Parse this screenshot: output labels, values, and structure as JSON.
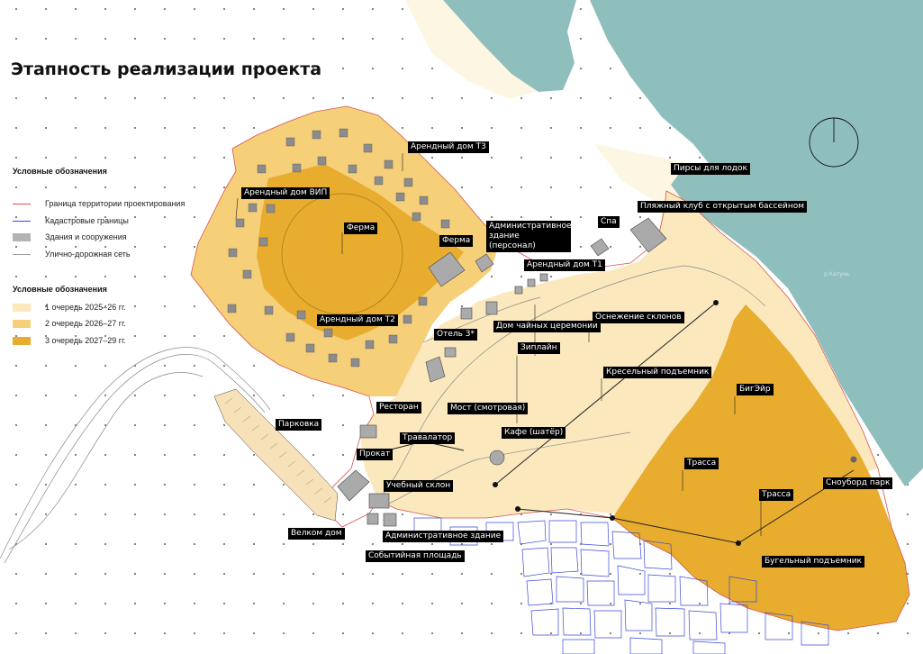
{
  "title": "Этапность реализации проекта",
  "legend": {
    "heading1": "Условные обозначения",
    "lines": [
      {
        "label": "Граница территории проектирования",
        "color": "#d9534f"
      },
      {
        "label": "Кадастровые границы",
        "color": "#3b4bd8"
      },
      {
        "label": "Здания и сооружения",
        "color": "#b3b3b3"
      },
      {
        "label": "Улично-дорожная сеть",
        "color": "#9a9a9a"
      }
    ],
    "heading2": "Условные обозначения",
    "phases": [
      {
        "label": "1 очередь 2025–26 гг.",
        "color": "#fbe8bd"
      },
      {
        "label": "2 очередь 2026–27 гг.",
        "color": "#f6cf79"
      },
      {
        "label": "3 очередь 2027–29 гг.",
        "color": "#e8ac2e"
      }
    ]
  },
  "colors": {
    "water": "#8fbfbc",
    "phase1": "#fbe8bd",
    "phase2": "#f6cf79",
    "phase3": "#e8ac2e",
    "cadastral": "#3b4bd8",
    "border": "#d9534f"
  },
  "labels": {
    "t3": "Арендный дом Т3",
    "vip": "Арендный дом ВИП",
    "ferma1": "Ферма",
    "ferma2": "Ферма",
    "admin_staff": "Административное здание (персонал)",
    "spa": "Спа",
    "piers": "Пирсы для лодок",
    "beach_club": "Пляжный клуб с открытым бассейном",
    "t1": "Арендный дом Т1",
    "t2": "Арендный дом Т2",
    "hotel": "Отель 3*",
    "tea_house": "Дом чайных церемоний",
    "snow": "Оснежение склонов",
    "zipline": "Зиплайн",
    "chairlift": "Кресельный подъемник",
    "bigair": "БигЭйр",
    "restaurant": "Ресторан",
    "bridge": "Мост (смотровая)",
    "parking": "Парковка",
    "travolator": "Травалатор",
    "cafe": "Кафе (шатёр)",
    "rental": "Прокат",
    "training": "Учебный склон",
    "trail1": "Трасса",
    "trail2": "Трасса",
    "snowpark": "Сноуборд парк",
    "welcome": "Велком дом",
    "admin": "Административное здание",
    "event": "Событийная площадь",
    "draglift": "Бугельный подъемник"
  },
  "map_note": "р.Катунь"
}
